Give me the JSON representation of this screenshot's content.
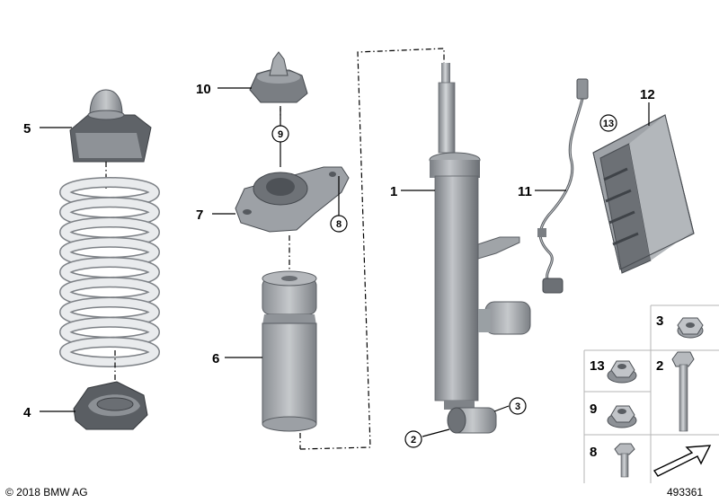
{
  "copyright": "© 2018 BMW AG",
  "diagram_number": "493361",
  "part_labels": {
    "p1": "1",
    "p2": "2",
    "p3": "3",
    "p4": "4",
    "p5": "5",
    "p6": "6",
    "p7": "7",
    "p8": "8",
    "p9": "9",
    "p10": "10",
    "p11": "11",
    "p12": "12",
    "p13": "13"
  },
  "hardware_grid": {
    "cell_3": "3",
    "cell_13": "13",
    "cell_2": "2",
    "cell_9": "9",
    "cell_8": "8"
  },
  "colors": {
    "part_light": "#c9ccd0",
    "part_mid": "#9ea2a7",
    "part_dark": "#5a5e63",
    "spring": "#e9ebed",
    "leader": "#000000"
  }
}
